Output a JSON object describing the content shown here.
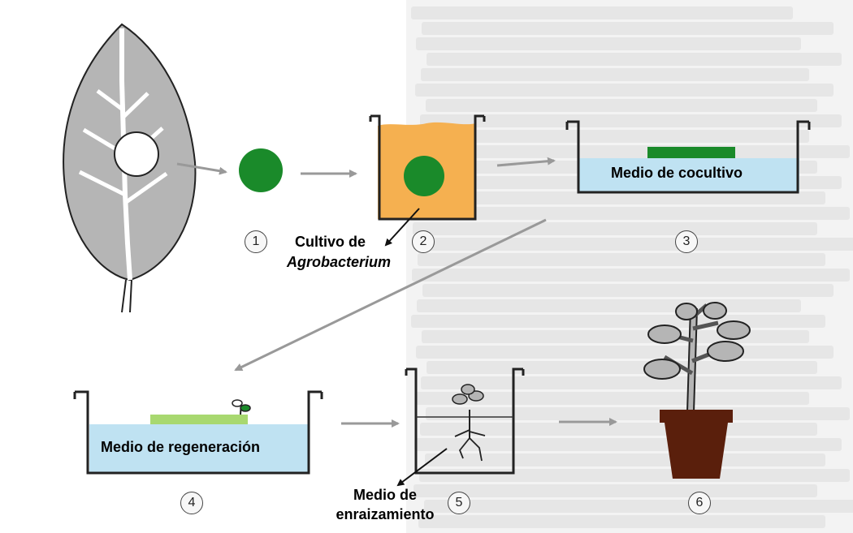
{
  "labels": {
    "cultivo_line1": "Cultivo de",
    "cultivo_line2": "Agrobacterium",
    "medio_cocultivo": "Medio de cocultivo",
    "medio_regeneracion": "Medio de regeneración",
    "enraizamiento_line1": "Medio de",
    "enraizamiento_line2": "enraizamiento"
  },
  "steps": [
    "1",
    "2",
    "3",
    "4",
    "5",
    "6"
  ],
  "colors": {
    "leaf_disc": "#1a8a2a",
    "agrobacterium_culture": "#f5b050",
    "cocultivation_medium": "#bfe2f2",
    "regeneration_explant": "#a8d870",
    "pot": "#5a1f0c",
    "arrow": "#999999"
  }
}
